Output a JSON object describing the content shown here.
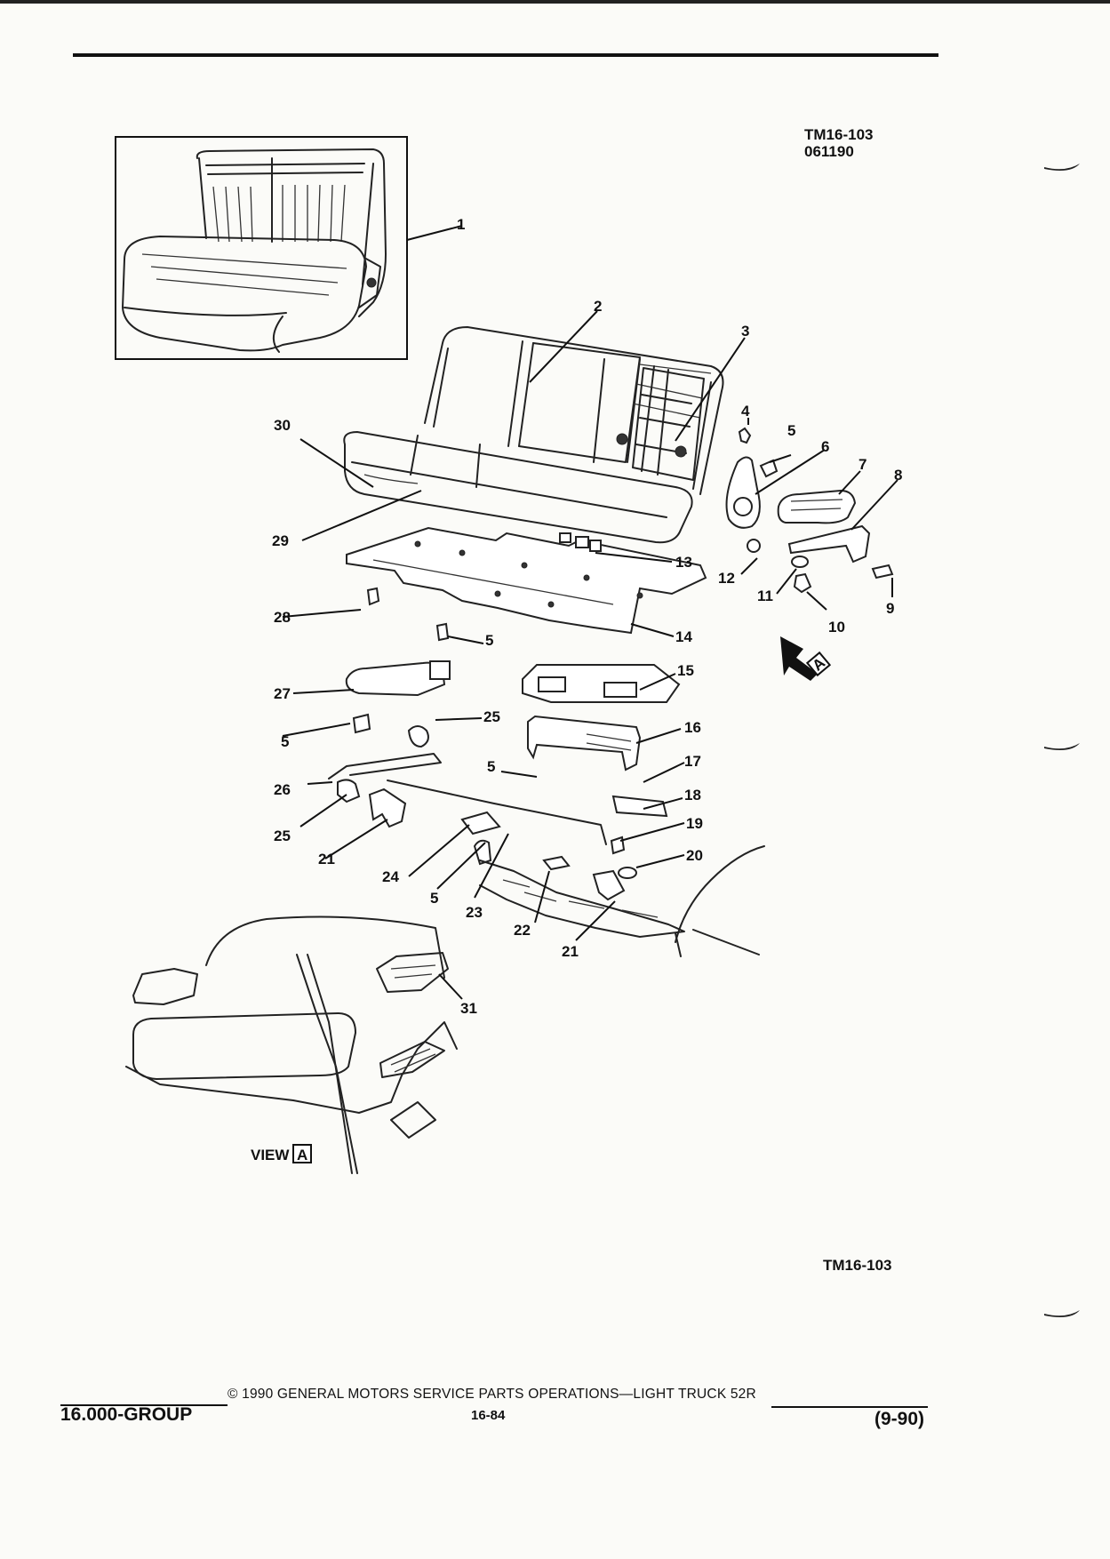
{
  "figure_ref": {
    "code": "TM16-103",
    "date": "061190"
  },
  "figure_ref_bottom": "TM16-103",
  "view_label": {
    "text": "VIEW",
    "letter": "A"
  },
  "callouts": [
    "1",
    "2",
    "3",
    "4",
    "5",
    "6",
    "7",
    "8",
    "9",
    "10",
    "11",
    "12",
    "13",
    "14",
    "15",
    "16",
    "17",
    "18",
    "19",
    "20",
    "21",
    "22",
    "23",
    "24",
    "25",
    "26",
    "27",
    "28",
    "29",
    "30",
    "31"
  ],
  "footer": {
    "group": "16.000-GROUP",
    "copyright": "© 1990 GENERAL MOTORS SERVICE PARTS OPERATIONS—LIGHT TRUCK 52R",
    "page": "16-84",
    "revision": "(9-90)"
  }
}
